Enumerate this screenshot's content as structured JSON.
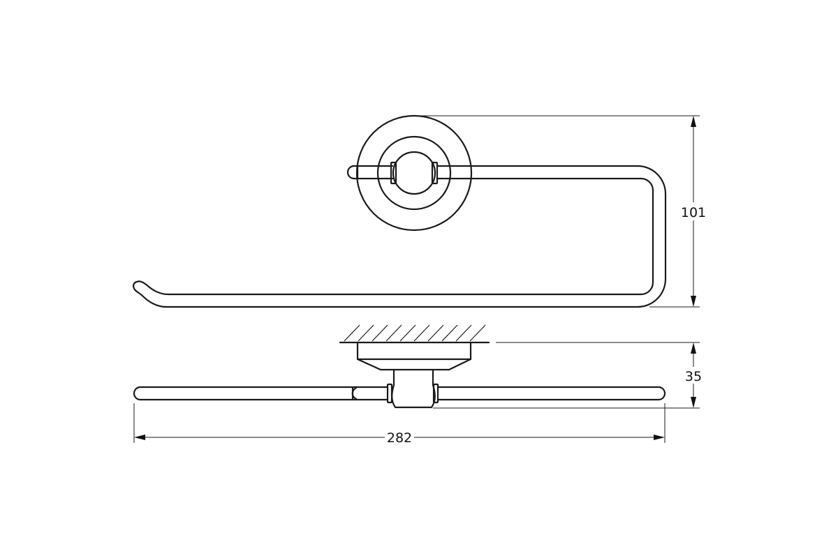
{
  "dimensions": {
    "height": "101",
    "depth": "35",
    "width": "282"
  },
  "colors": {
    "line": "#1a1a1a",
    "background": "#ffffff"
  }
}
